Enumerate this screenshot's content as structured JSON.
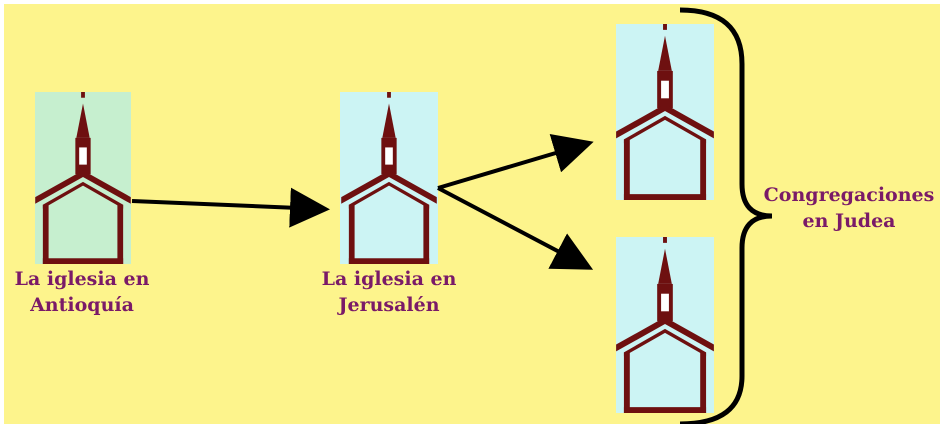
{
  "colors": {
    "background": "#fdf48c",
    "church_brown": "#6e1010",
    "label_purple": "#7a1a68",
    "arrow_black": "#000000",
    "church1_bg": "#c6efcf",
    "church_bg": "#ccf4f4"
  },
  "nodes": {
    "antioquia": {
      "line1": "La iglesia en",
      "line2": "Antioquía"
    },
    "jerusalen": {
      "line1": "La iglesia en",
      "line2": "Jerusalén"
    },
    "judea": {
      "line1": "Congregaciones",
      "line2": "en Judea"
    }
  },
  "icons": {
    "church": "church-icon",
    "arrow": "arrow-icon",
    "brace": "right-brace-icon"
  }
}
